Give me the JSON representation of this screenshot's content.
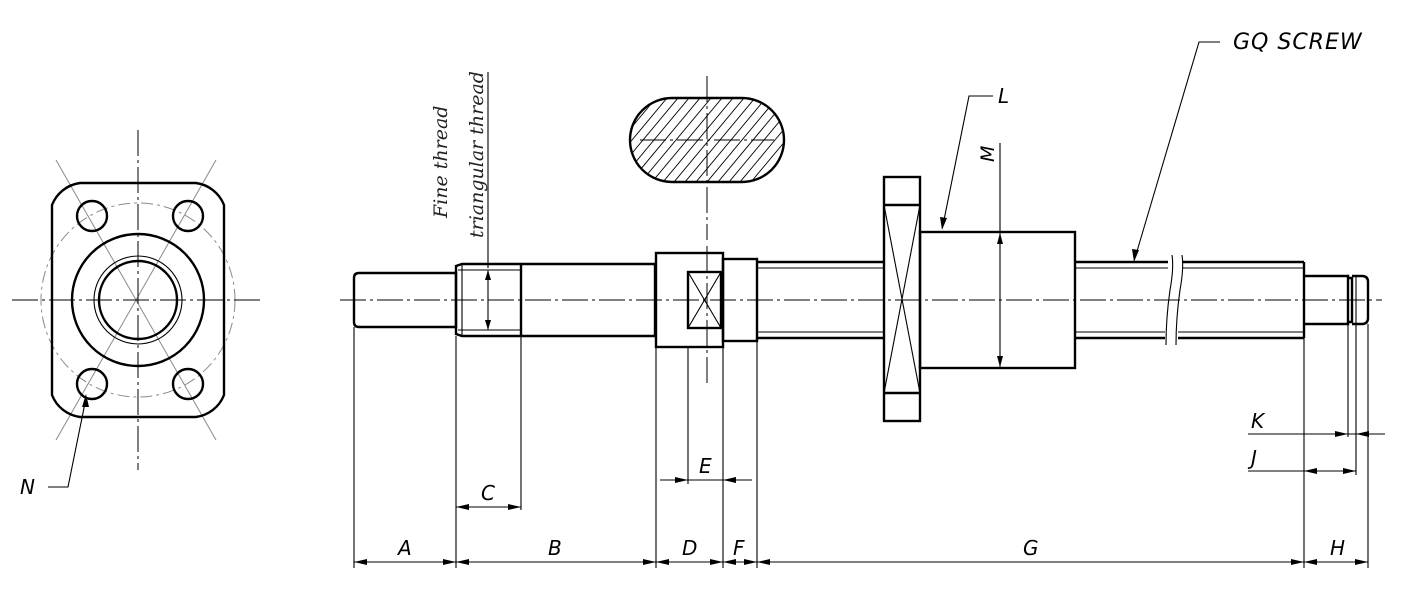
{
  "callouts": {
    "product": "GQ SCREW",
    "nut": "L",
    "nut_diameter": "M",
    "mounting_hole": "N"
  },
  "thread_note": {
    "line1": "Fine thread",
    "line2": "triangular thread"
  },
  "dimensions": {
    "A": "A",
    "B": "B",
    "C": "C",
    "D": "D",
    "E": "E",
    "F": "F",
    "G": "G",
    "H": "H",
    "J": "J",
    "K": "K"
  }
}
